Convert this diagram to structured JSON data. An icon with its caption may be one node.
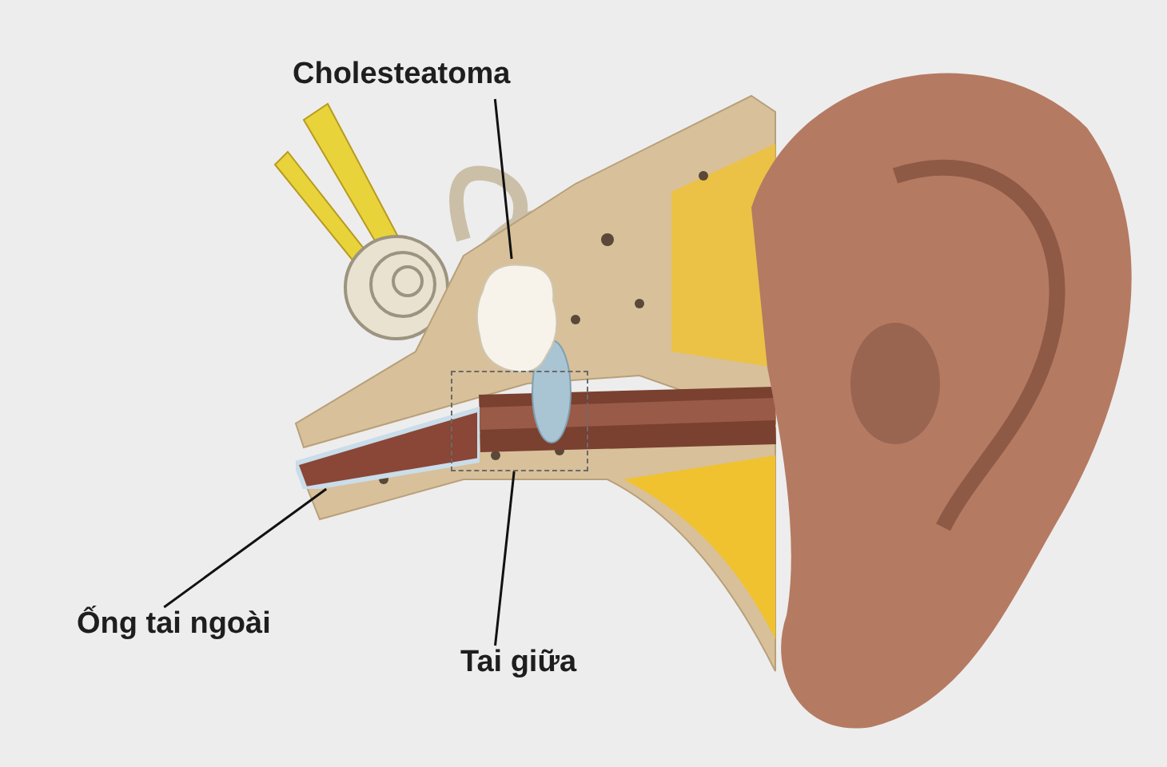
{
  "diagram": {
    "nodes": [
      {
        "text": [
          "Cholesteatoma"
        ]
      },
      {
        "text": [],
        "shape": "picture"
      },
      {
        "text": [
          "Ống tai ngoài"
        ]
      },
      {
        "text": [],
        "shape": "picture"
      },
      {
        "text": [
          "Tai giữa"
        ]
      },
      {
        "text": [],
        "shape": "box"
      }
    ],
    "edges": [
      {
        "from": 0,
        "to": 1,
        "arrow": "none"
      },
      {
        "from": 2,
        "to": 3,
        "arrow": "none"
      },
      {
        "from": 4,
        "to": 5,
        "arrow": "none"
      }
    ]
  }
}
